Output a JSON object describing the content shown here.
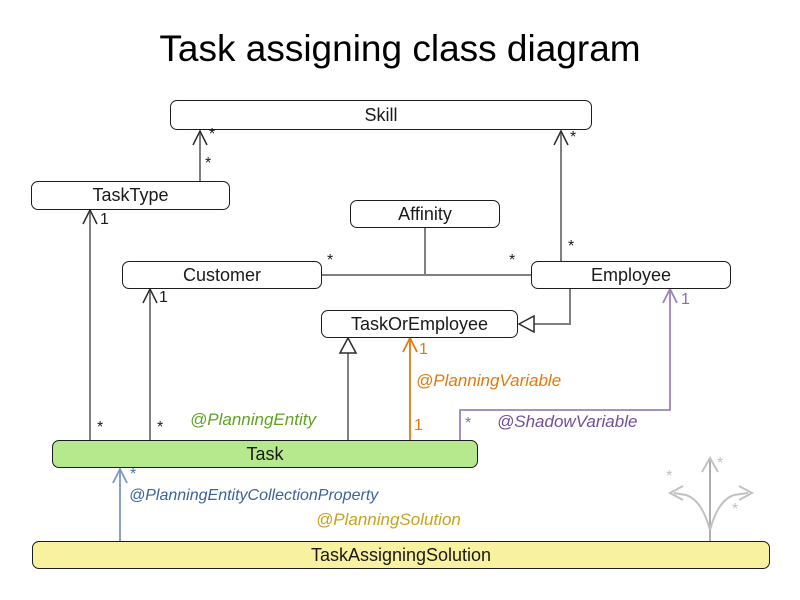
{
  "title": "Task assigning class diagram",
  "classes": [
    {
      "id": "skill",
      "label": "Skill"
    },
    {
      "id": "tasktype",
      "label": "TaskType"
    },
    {
      "id": "affinity",
      "label": "Affinity"
    },
    {
      "id": "customer",
      "label": "Customer"
    },
    {
      "id": "employee",
      "label": "Employee"
    },
    {
      "id": "taskoremployee",
      "label": "TaskOrEmployee"
    },
    {
      "id": "task",
      "label": "Task"
    },
    {
      "id": "taskassigningsolution",
      "label": "TaskAssigningSolution"
    }
  ],
  "annotations": {
    "planning_entity": "@PlanningEntity",
    "planning_variable": "@PlanningVariable",
    "shadow_variable": "@ShadowVariable",
    "planning_entity_collection_property": "@PlanningEntityCollectionProperty",
    "planning_solution": "@PlanningSolution"
  },
  "multiplicities": [
    {
      "id": "skill-tasktype-top",
      "text": "*"
    },
    {
      "id": "skill-tasktype-bottom",
      "text": "*"
    },
    {
      "id": "skill-employee-top",
      "text": "*"
    },
    {
      "id": "skill-employee-bottom",
      "text": "*"
    },
    {
      "id": "tasktype-task-top",
      "text": "1"
    },
    {
      "id": "tasktype-task-bottom",
      "text": "*"
    },
    {
      "id": "customer-task-top",
      "text": "1"
    },
    {
      "id": "customer-task-bottom",
      "text": "*"
    },
    {
      "id": "customer-affinity",
      "text": "*"
    },
    {
      "id": "employee-affinity",
      "text": "*"
    },
    {
      "id": "planning-variable-top",
      "text": "1"
    },
    {
      "id": "planning-variable-bottom",
      "text": "1"
    },
    {
      "id": "shadow-variable-top",
      "text": "1"
    },
    {
      "id": "shadow-variable-bottom",
      "text": "*"
    },
    {
      "id": "collection-property",
      "text": "*"
    },
    {
      "id": "watermark-up",
      "text": "*"
    },
    {
      "id": "watermark-left",
      "text": "*"
    },
    {
      "id": "watermark-right",
      "text": "*"
    }
  ],
  "colors": {
    "task_fill": "#b6e88e",
    "solution_fill": "#f8f1a0",
    "line_gray": "#7f7f7f",
    "arrowhead_dark": "#2b2b2b",
    "planning_entity_green": "#5fa321",
    "planning_variable_orange": "#e2790f",
    "shadow_variable_purple": "#6f4f9b",
    "shadow_variable_line": "#9b82bd",
    "collection_property_blue": "#3b639c",
    "collection_property_line": "#7d98c4",
    "planning_solution_gold": "#c9a21d",
    "watermark_gray": "#c2c2c2"
  }
}
